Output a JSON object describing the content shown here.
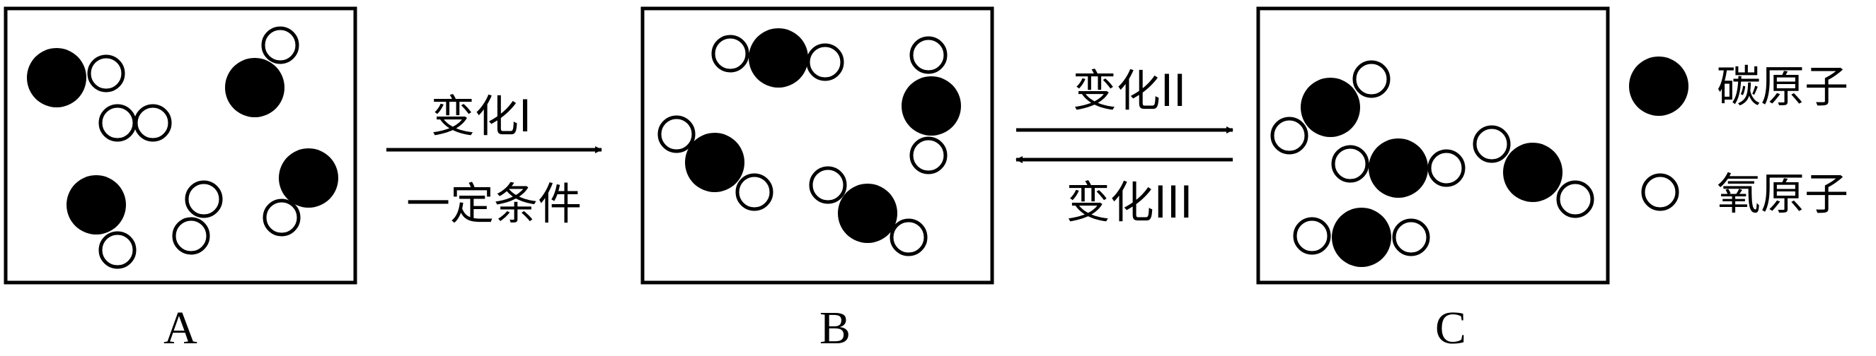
{
  "panels": [
    {
      "label": "A"
    },
    {
      "label": "B"
    },
    {
      "label": "C"
    }
  ],
  "arrows": {
    "a_to_b": {
      "top": "变化I",
      "bottom": "一定条件"
    },
    "b_c": {
      "top": "变化II",
      "bottom": "变化III"
    }
  },
  "legend": {
    "carbon": {
      "label": "碳原子",
      "color": "#000000"
    },
    "oxygen": {
      "label": "氧原子",
      "color": "#ffffff"
    }
  }
}
